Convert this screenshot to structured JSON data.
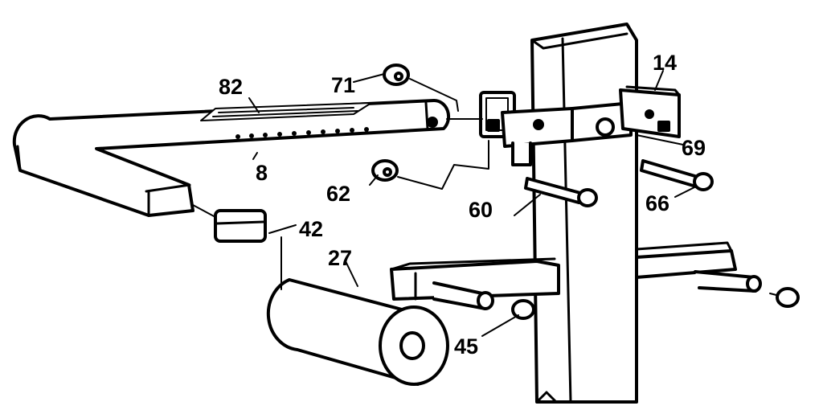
{
  "diagram": {
    "labels": {
      "l82": "82",
      "l71": "71",
      "l14": "14",
      "l8": "8",
      "l69": "69",
      "l62": "62",
      "l60": "60",
      "l66": "66",
      "l42": "42",
      "l27": "27",
      "l45": "45"
    },
    "colors": {
      "ink": "#000000",
      "paper": "#ffffff"
    }
  }
}
